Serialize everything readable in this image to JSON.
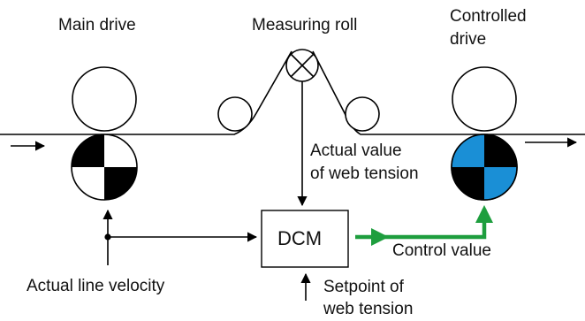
{
  "labels": {
    "main_drive": "Main drive",
    "measuring_roll": "Measuring roll",
    "controlled_drive_line1": "Controlled",
    "controlled_drive_line2": "drive",
    "actual_value_line1": "Actual value",
    "actual_value_line2": "of web tension",
    "dcm": "DCM",
    "control_value": "Control value",
    "actual_line_velocity": "Actual line velocity",
    "setpoint_line1": "Setpoint of",
    "setpoint_line2": "web tension"
  },
  "colors": {
    "line": "#000000",
    "main_drive_quadrants_dark": "#000000",
    "controlled_drive_quadrants_fill": "#1a8fd6",
    "control_signal": "#1e9e3e"
  }
}
